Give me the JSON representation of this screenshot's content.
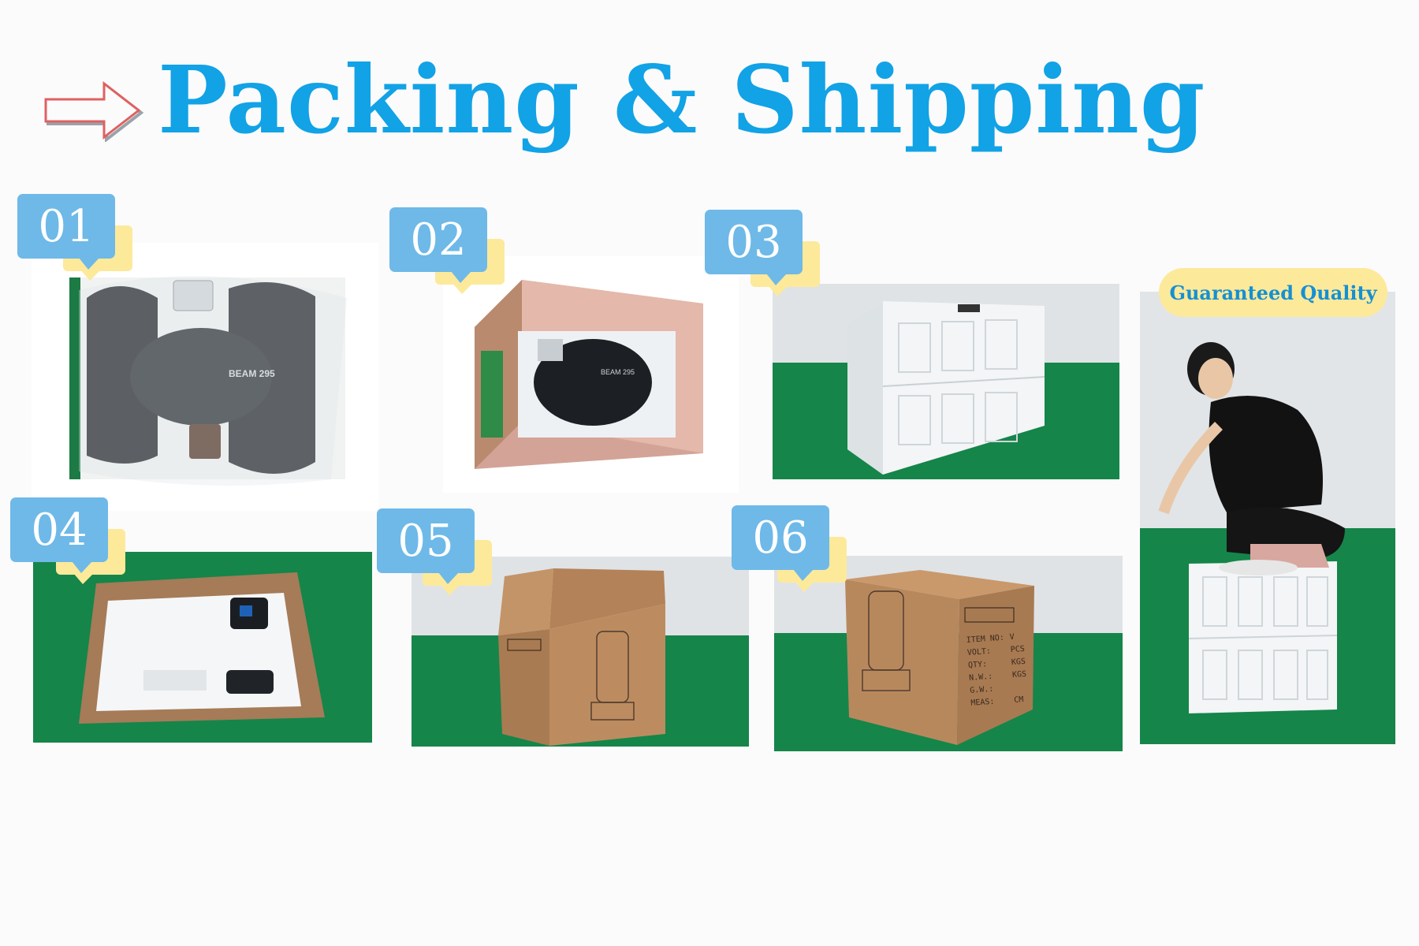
{
  "header": {
    "title": "Packing & Shipping",
    "icon": "outline-arrow-right-icon"
  },
  "colors": {
    "title_blue": "#12a2e6",
    "badge_blue": "#6eb9e8",
    "badge_yellow": "#fde99a",
    "floor_green": "#15854a",
    "carton": "#b9875d",
    "foam": "#eef2f4"
  },
  "steps": [
    {
      "number": "01",
      "photo_label": "BEAM 295"
    },
    {
      "number": "02",
      "photo_label": "BEAM 295"
    },
    {
      "number": "03"
    },
    {
      "number": "04"
    },
    {
      "number": "05"
    },
    {
      "number": "06"
    }
  ],
  "quality": {
    "label": "Guaranteed Quality"
  },
  "carton_label": {
    "lines": [
      "ITEM NO:",
      "VOLT:",
      "QTY:",
      "N.W.:",
      "G.W.:",
      "MEAS:"
    ],
    "values": [
      "V",
      "PCS",
      "KGS",
      "KGS",
      "CM"
    ]
  }
}
